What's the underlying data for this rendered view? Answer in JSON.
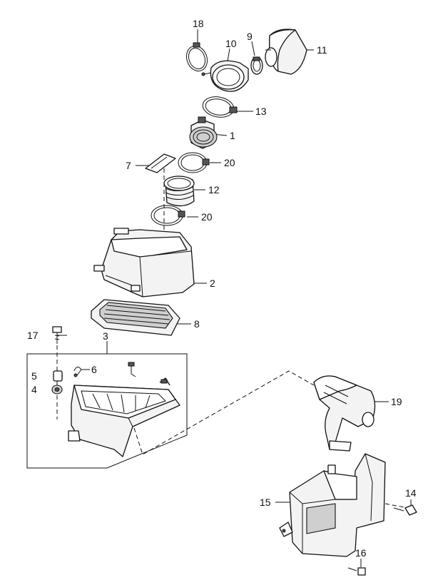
{
  "diagram": {
    "callouts": {
      "c1": "1",
      "c2": "2",
      "c3": "3",
      "c4": "4",
      "c5": "5",
      "c6": "6",
      "c7": "7",
      "c8": "8",
      "c9": "9",
      "c10": "10",
      "c11": "11",
      "c12": "12",
      "c13": "13",
      "c14": "14",
      "c15": "15",
      "c16": "16",
      "c17": "17",
      "c18": "18",
      "c19": "19",
      "c20a": "20",
      "c20b": "20"
    }
  }
}
